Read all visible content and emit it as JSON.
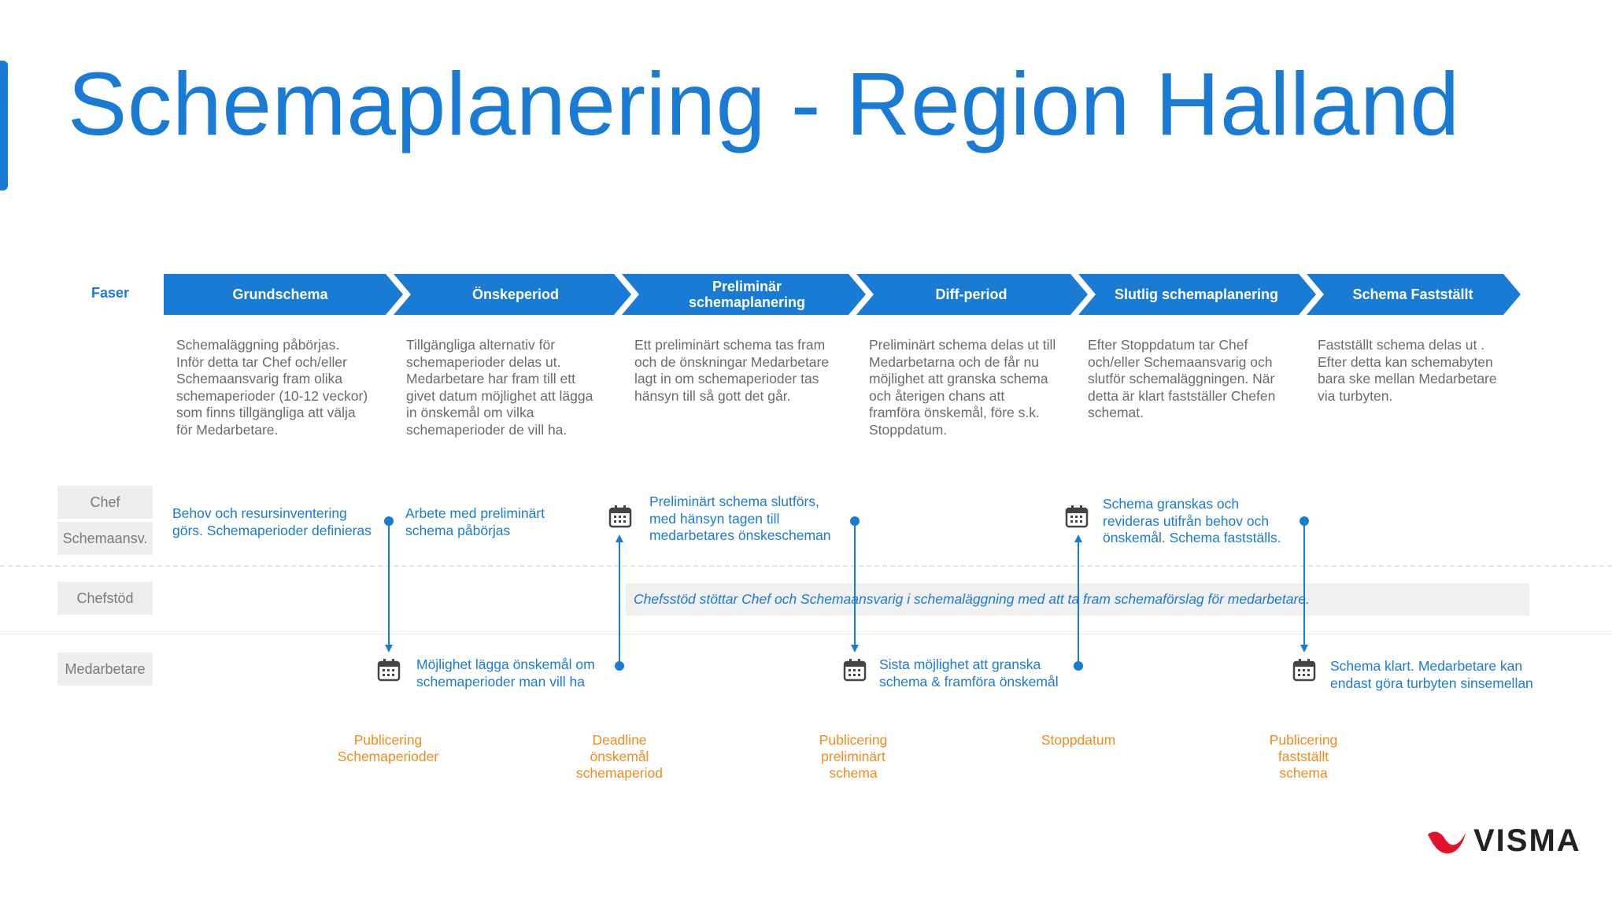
{
  "title": "Schemaplanering - Region Halland",
  "faser_label": "Faser",
  "colors": {
    "accent": "#1a7bd4",
    "milestone": "#f08c1e",
    "text_gray": "#6b6b6b"
  },
  "phases": [
    {
      "label": "Grundschema",
      "description": "Schemaläggning påbörjas.\nInför detta tar Chef och/eller\nSchemaansvarig fram olika\nschemaperioder (10-12 veckor)\nsom finns tillgängliga att välja\nför Medarbetare."
    },
    {
      "label": "Önskeperiod",
      "description": "Tillgängliga alternativ för\nschemaperioder delas ut.\nMedarbetare har fram till ett\ngivet datum möjlighet att lägga\nin önskemål om vilka\nschemaperioder de vill ha."
    },
    {
      "label": "Preliminär\nschemaplanering",
      "description": "Ett preliminärt schema tas fram\noch de önskningar Medarbetare\nlagt in om schemaperioder tas\nhänsyn till så gott det går."
    },
    {
      "label": "Diff-period",
      "description": "Preliminärt schema delas ut till\nMedarbetarna och de får nu\nmöjlighet att granska schema\noch återigen chans att\nframföra önskemål, före s.k.\nStoppdatum."
    },
    {
      "label": "Slutlig schemaplanering",
      "description": "Efter Stoppdatum tar Chef\noch/eller Schemaansvarig och\nslutför schemaläggningen. När\ndetta är klart fastställer Chefen\nschemat."
    },
    {
      "label": "Schema Fastställt",
      "description": "Fastställt schema delas ut .\nEfter detta kan schemabyten\nbara ske mellan Medarbetare\nvia turbyten."
    }
  ],
  "roles": {
    "chef": "Chef",
    "schemaansv": "Schemaansv.",
    "chefstod": "Chefstöd",
    "medarbetare": "Medarbetare"
  },
  "chef_items": [
    "Behov och resursinventering\ngörs. Schemaperioder definieras",
    "Arbete med preliminärt\nschema påbörjas",
    "Preliminärt schema slutförs,\nmed hänsyn tagen till\nmedarbetares önskescheman",
    "Schema granskas och\nrevideras utifrån behov och\nönskemål. Schema fastställs."
  ],
  "chefstod_text": "Chefsstöd stöttar Chef och Schemaansvarig i schemaläggning med att ta fram schemaförslag för medarbetare.",
  "medarbetare_items": [
    "Möjlighet lägga önskemål om\nschemaperioder man vill ha",
    "Sista möjlighet att granska\nschema & framföra önskemål",
    "Schema klart. Medarbetare kan\nendast göra turbyten sinsemellan"
  ],
  "milestones": [
    "Publicering\nSchemaperioder",
    "Deadline\nönskemål\nschemaperiod",
    "Publicering\npreliminärt\nschema",
    "Stoppdatum",
    "Publicering\nfastställt\nschema"
  ],
  "logo": {
    "text": "VISMA"
  }
}
